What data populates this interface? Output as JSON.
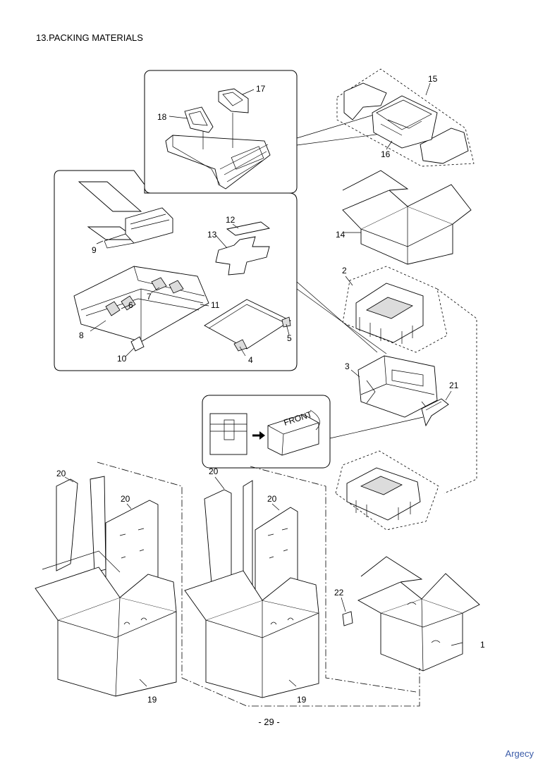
{
  "title": "13.PACKING MATERIALS",
  "page_number": "- 29 -",
  "watermark": "Argecy",
  "callouts": {
    "c1": "1",
    "c2": "2",
    "c3": "3",
    "c4": "4",
    "c5": "5",
    "c6": "6",
    "c7": "7",
    "c8": "8",
    "c9": "9",
    "c10": "10",
    "c11": "11",
    "c12": "12",
    "c13": "13",
    "c14": "14",
    "c15": "15",
    "c16": "16",
    "c17": "17",
    "c18": "18",
    "c19a": "19",
    "c19b": "19",
    "c20a": "20",
    "c20b": "20",
    "c20c": "20",
    "c20d": "20",
    "c21": "21",
    "c22": "22"
  },
  "label_texts": {
    "front_label": "FRONT"
  }
}
